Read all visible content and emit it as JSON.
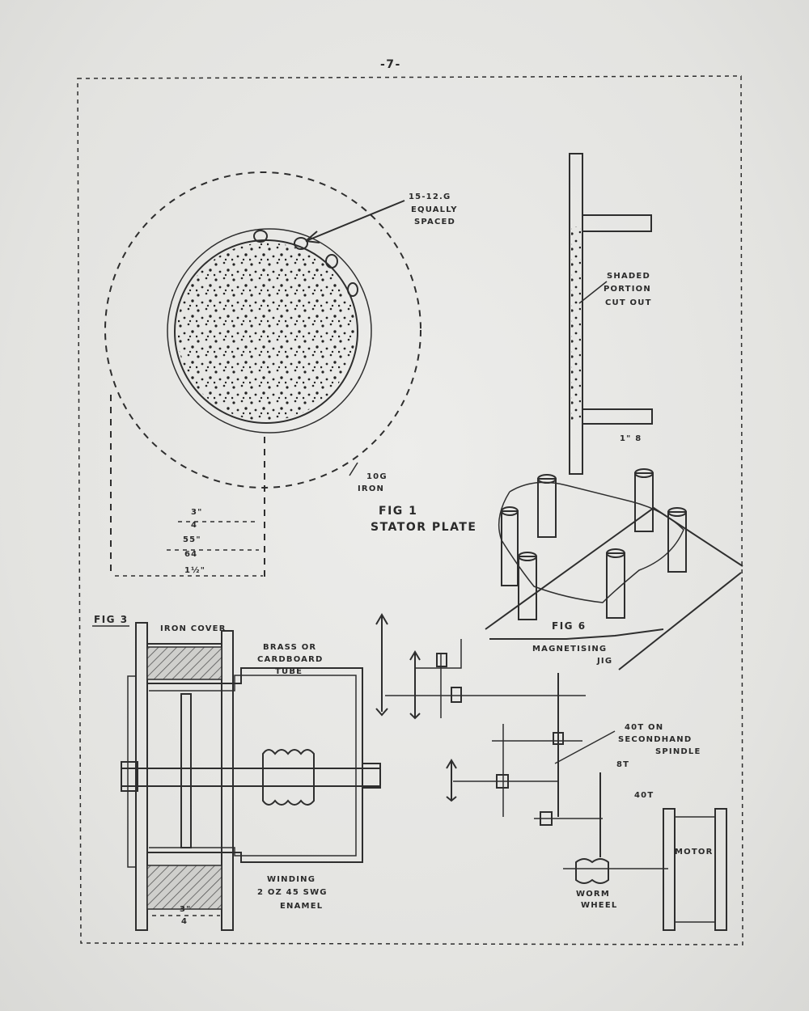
{
  "page_number": "-7-",
  "fig1": {
    "title": "FIG 1",
    "subtitle": "STATOR PLATE",
    "holes_line1": "15-12.G",
    "holes_line2": "EQUALLY",
    "holes_line3": "SPACED",
    "material_line1": "10G",
    "material_line2": "IRON",
    "dim_a_num": "3\"",
    "dim_a_den": "4",
    "dim_b_num": "55\"",
    "dim_b_den": "64",
    "dim_c": "1½\""
  },
  "side_view": {
    "label_line1": "SHADED",
    "label_line2": "PORTION",
    "label_line3": "CUT OUT",
    "dim": "1\" 8"
  },
  "fig6": {
    "title": "FIG 6",
    "subtitle_line1": "MAGNETISING",
    "subtitle_line2": "JIG"
  },
  "fig3": {
    "title": "FIG 3",
    "cover": "IRON COVER",
    "tube_line1": "BRASS OR",
    "tube_line2": "CARDBOARD",
    "tube_line3": "TUBE",
    "winding_line1": "WINDING",
    "winding_line2": "2 OZ 45 SWG",
    "winding_line3": "ENAMEL",
    "dim": "3\"",
    "dim_den": "4"
  },
  "gears": {
    "spindle_line1": "40T ON",
    "spindle_line2": "SECONDHAND",
    "spindle_line3": "SPINDLE",
    "gear_8t": "8T",
    "gear_40t": "40T",
    "worm_line1": "WORM",
    "worm_line2": "WHEEL",
    "motor": "MOTOR"
  }
}
